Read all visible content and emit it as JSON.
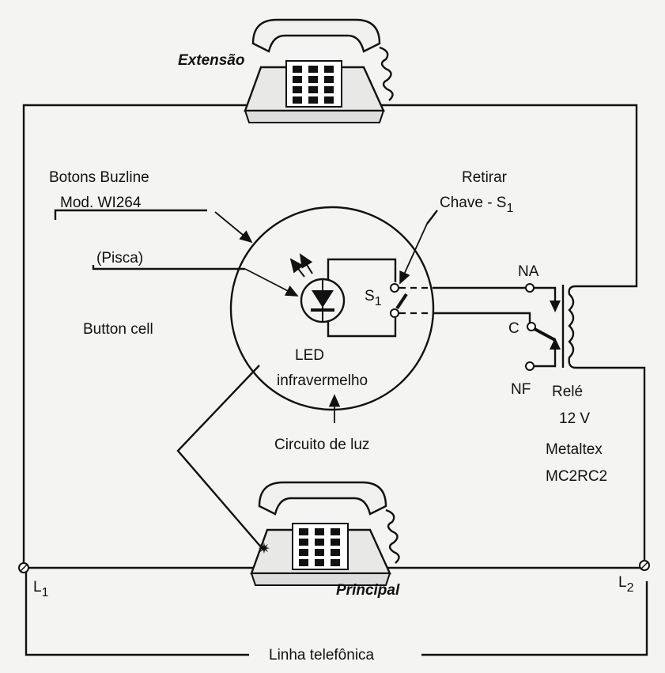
{
  "labels": {
    "extension_phone": "Extensão",
    "main_phone": "Principal",
    "button_brand": "Botons Buzline",
    "button_model": "Mod. WI264",
    "blink": "(Pisca)",
    "button_cell": "Button cell",
    "remove": "Retirar",
    "switch_label": "Chave - S",
    "switch_sub": "1",
    "s_label": "S",
    "s_sub": "1",
    "led": "LED",
    "infrared": "infravermelho",
    "light_circuit": "Circuito de luz",
    "na": "NA",
    "c": "C",
    "nf": "NF",
    "relay": "Relé",
    "relay_voltage": "12 V",
    "relay_brand": "Metaltex",
    "relay_model": "MC2RC2",
    "l1": "L",
    "l1_sub": "1",
    "l2": "L",
    "l2_sub": "2",
    "phone_line": "Linha telefônica"
  }
}
